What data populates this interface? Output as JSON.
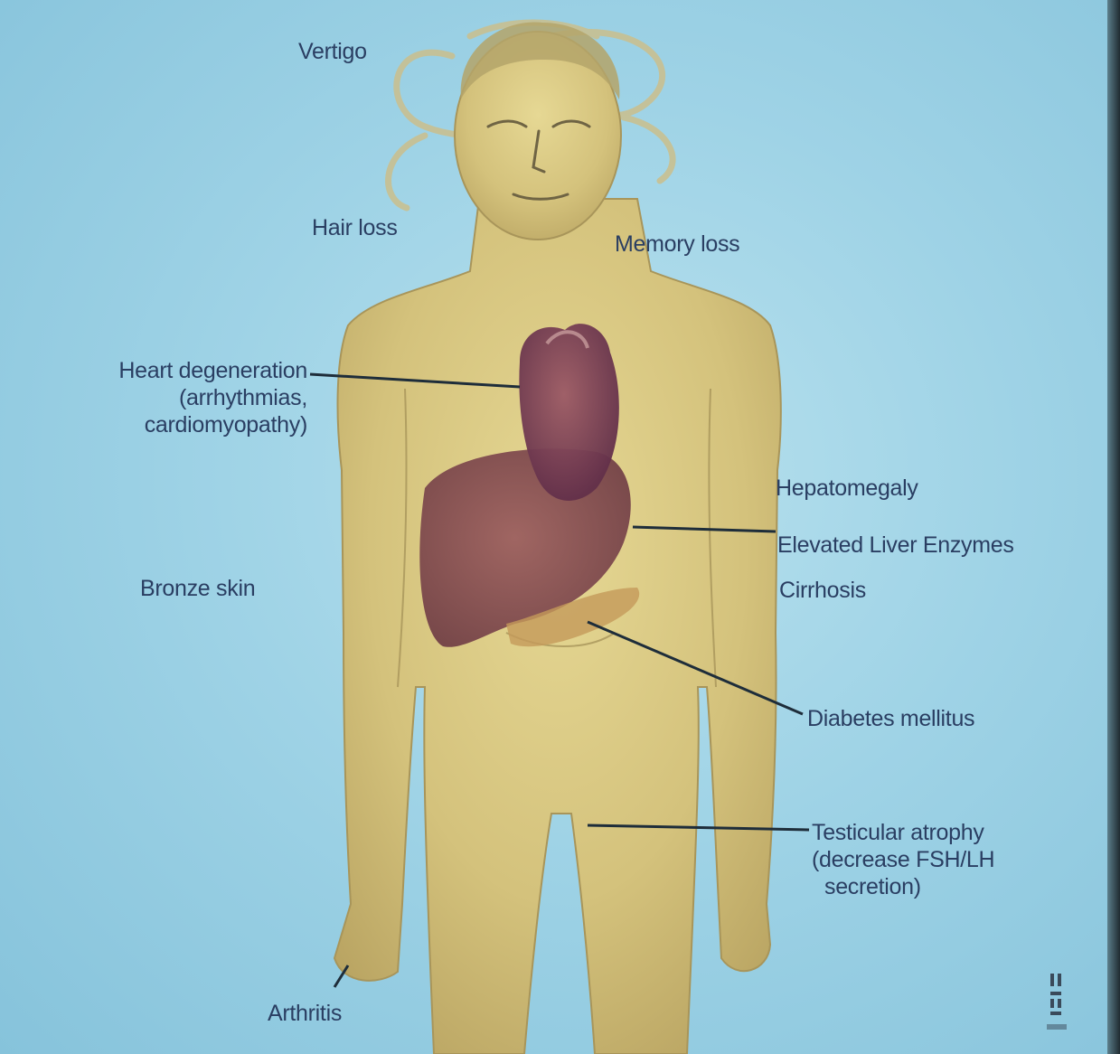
{
  "figure": {
    "labels": {
      "vertigo": "Vertigo",
      "hair_loss": "Hair loss",
      "memory_loss": "Memory loss",
      "heart": {
        "line1": "Heart degeneration",
        "line2": "(arrhythmias,",
        "line3": "cardiomyopathy)"
      },
      "hepatomegaly": "Hepatomegaly",
      "liver_enzymes": "Elevated Liver Enzymes",
      "cirrhosis": "Cirrhosis",
      "bronze_skin": "Bronze skin",
      "diabetes": "Diabetes mellitus",
      "testicular": {
        "line1": "Testicular atrophy",
        "line2": "(decrease FSH/LH",
        "line3": "secretion)"
      },
      "arthritis": "Arthritis"
    },
    "colors": {
      "background": "#a6d7e9",
      "label_text": "#2a3e62",
      "leader_line": "#1e2d3a",
      "skin": "#d7c680",
      "organs": "#8a4e52"
    }
  }
}
